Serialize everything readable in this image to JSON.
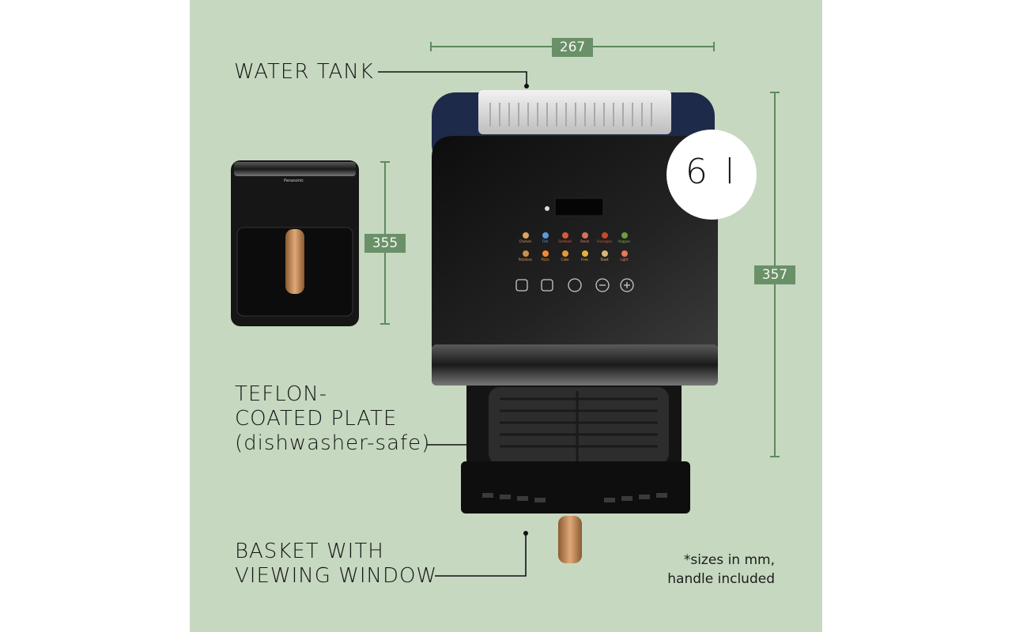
{
  "dimensions": {
    "width": "267",
    "height_small": "355",
    "height_large": "357"
  },
  "labels": {
    "water_tank": "WATER TANK",
    "plate_line1": "TEFLON-",
    "plate_line2": "COATED PLATE",
    "plate_line3": "(dishwasher-safe)",
    "basket_line1": "BASKET WITH",
    "basket_line2": "VIEWING WINDOW"
  },
  "capacity": "6 l",
  "note": {
    "line1": "*sizes in mm,",
    "line2": "handle included"
  },
  "brand": "Panasonic",
  "display_icons": [
    "Chicken",
    "Fish",
    "Seafood",
    "Steak",
    "Sausages",
    "Veggies",
    "Potatoes",
    "Pizza",
    "Cake",
    "Fries",
    "Toast",
    "Light"
  ],
  "colors": {
    "background": "#c6d8c0",
    "dim_tag": "#6a9068",
    "handle": "#c08a58",
    "body": "#111111"
  }
}
